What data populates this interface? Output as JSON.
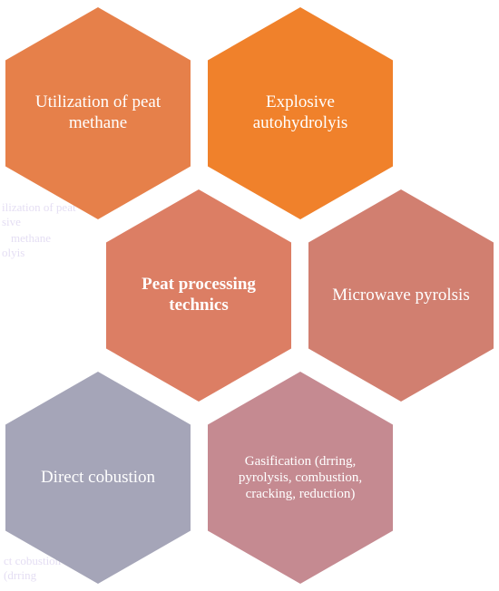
{
  "hexagons": [
    {
      "id": "methane",
      "label": "Utilization of peat methane",
      "color": "#E6804A"
    },
    {
      "id": "explosive",
      "label": "Explosive autohydrolyis",
      "color": "#F0812B"
    },
    {
      "id": "center",
      "label": "Peat processing technics",
      "color": "#DC7E64"
    },
    {
      "id": "microwave",
      "label": "Microwave pyrolsis",
      "color": "#D17F70"
    },
    {
      "id": "direct",
      "label": "Direct cobustion",
      "color": "#A5A5B8"
    },
    {
      "id": "gasification",
      "label": "Gasification (drring, pyrolysis, combustion, cracking, reduction)",
      "color": "#C58A91"
    }
  ],
  "ghost_text": {
    "left_1": "ilization of peat",
    "left_2": "sive",
    "left_3": "methane",
    "left_4": "olyis",
    "bottom_1": "ct cobustion",
    "bottom_2": "(drring"
  }
}
